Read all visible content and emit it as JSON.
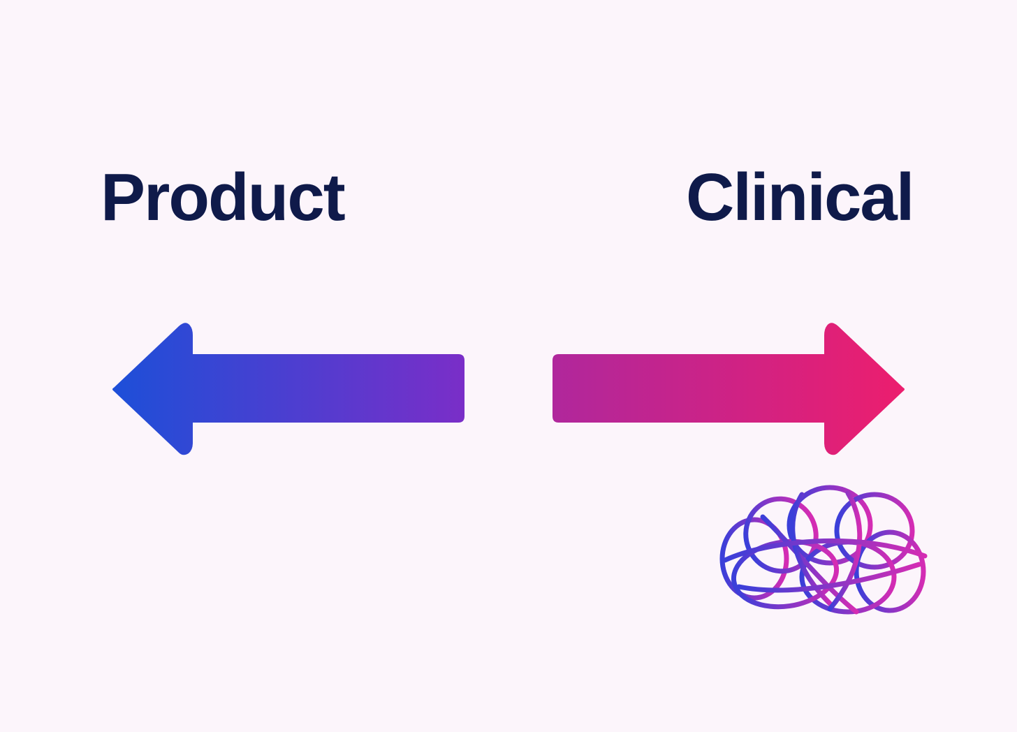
{
  "labels": {
    "left": "Product",
    "right": "Clinical"
  },
  "arrows": {
    "left": {
      "direction": "left",
      "gradient": [
        "#1d4fd8",
        "#7a2ec8"
      ]
    },
    "right": {
      "direction": "right",
      "gradient": [
        "#b0279c",
        "#ec1e6e"
      ]
    }
  },
  "icon": {
    "name": "brain-icon",
    "gradient": [
      "#3a3fd9",
      "#d42cb3"
    ]
  },
  "colors": {
    "background": "#fcf5fb",
    "text": "#0f1a4a"
  }
}
